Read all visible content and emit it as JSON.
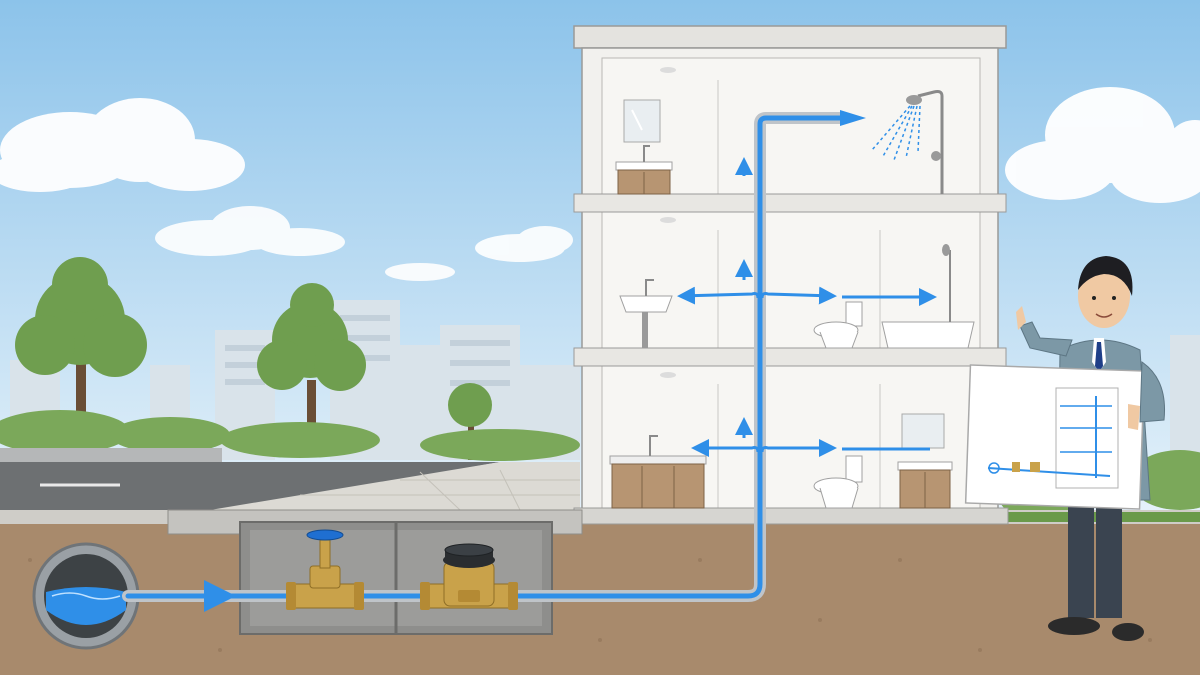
{
  "scene": {
    "subject": "water-supply-route-cutaway",
    "colors": {
      "sky_top": "#8cc3ea",
      "sky_bottom": "#e6f2fa",
      "soil": "#a88a6c",
      "soil_dark": "#8a6e52",
      "water": "#2f8fe8",
      "pipe": "#bfc4c9",
      "brass": "#c9a24a",
      "valve_handle": "#1f6fd1",
      "building_wall": "#f2f1ee",
      "cabinet": "#b79572",
      "grass": "#6a9a4a",
      "tree": "#6f9e4f",
      "suit": "#7c98a6",
      "trousers": "#3a4450"
    },
    "icons": [
      "water-main-pipe",
      "gate-valve-icon",
      "water-meter-icon",
      "shower-icon",
      "washbasin-icon",
      "toilet-icon",
      "bathtub-icon",
      "kitchen-sink-icon",
      "flow-arrow-icon",
      "pointing-worker"
    ],
    "floors": 3
  }
}
